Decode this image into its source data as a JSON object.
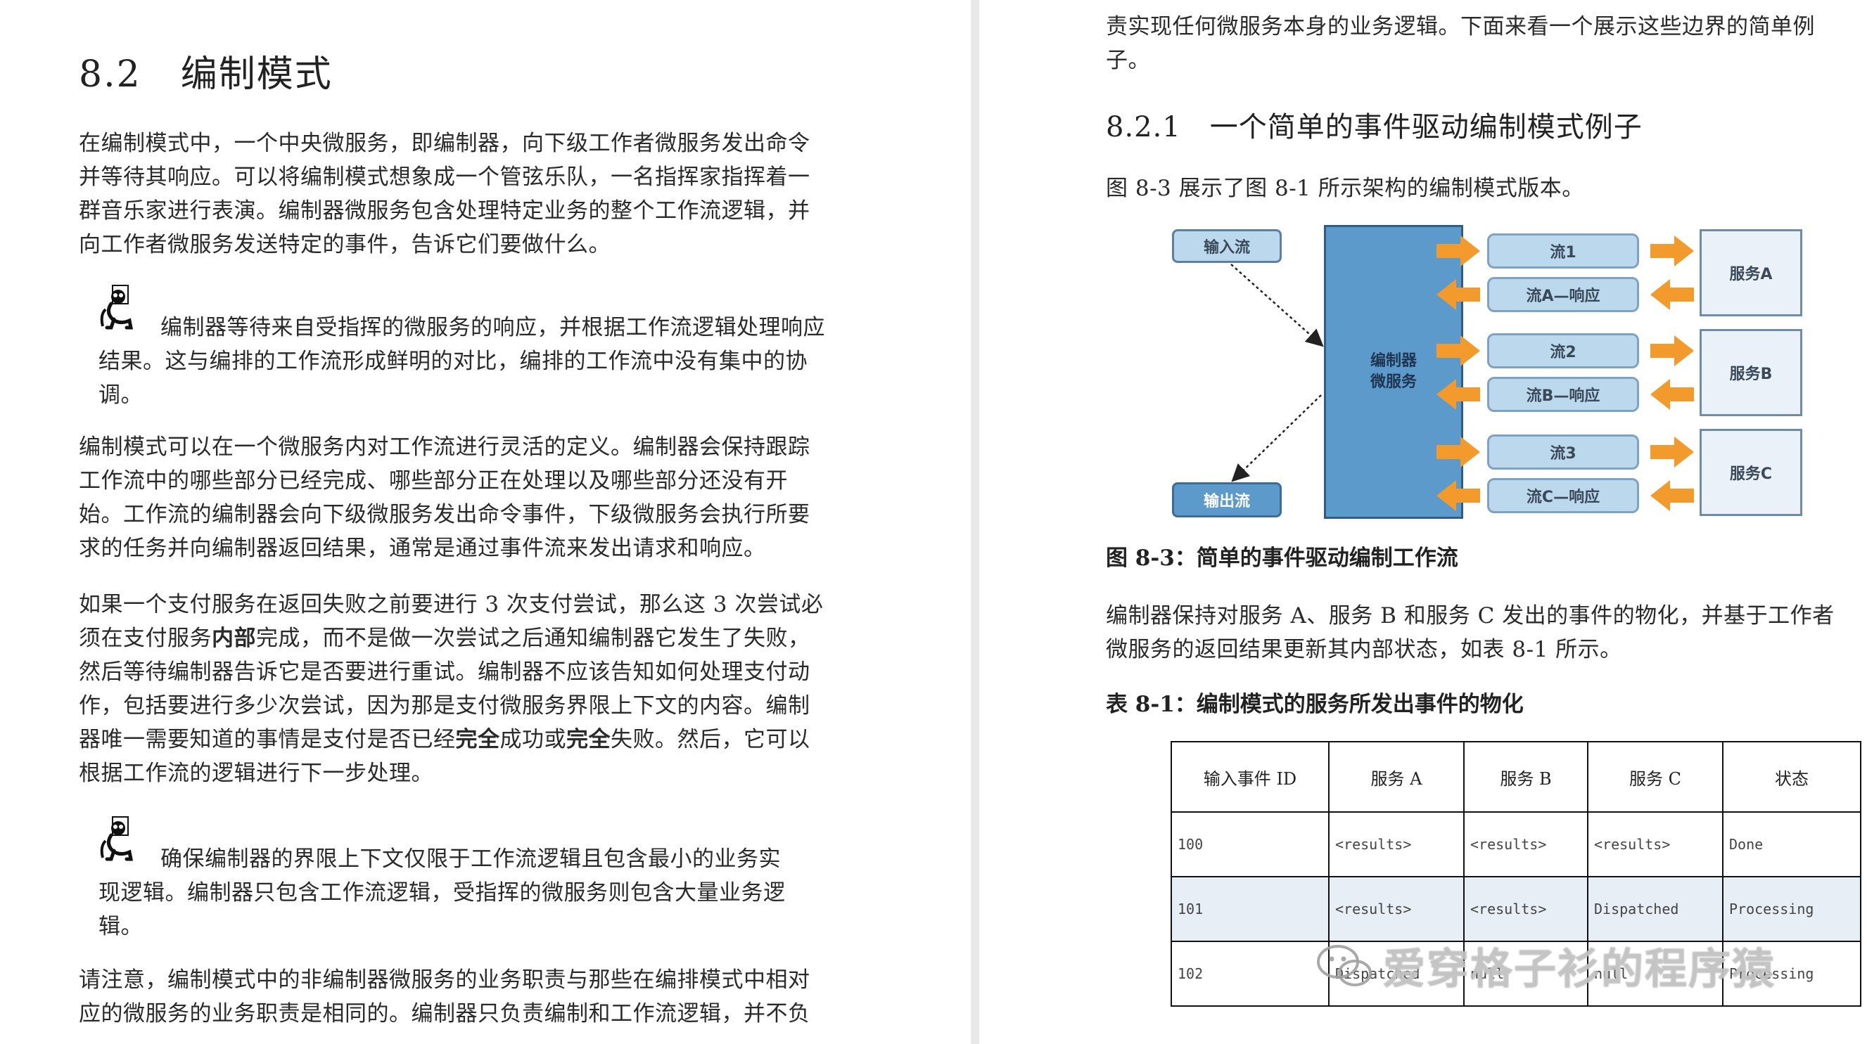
{
  "left": {
    "heading_num": "8.2",
    "heading_title": "编制模式",
    "p1": "在编制模式中，一个中央微服务，即编制器，向下级工作者微服务发出命令并等待其响应。可以将编制模式想象成一个管弦乐队，一名指挥家指挥着一群音乐家进行表演。编制器微服务包含处理特定业务的整个工作流逻辑，并向工作者微服务发送特定的事件，告诉它们要做什么。",
    "note1": "编制器等待来自受指挥的微服务的响应，并根据工作流逻辑处理响应结果。这与编排的工作流形成鲜明的对比，编排的工作流中没有集中的协调。",
    "p2": "编制模式可以在一个微服务内对工作流进行灵活的定义。编制器会保持跟踪工作流中的哪些部分已经完成、哪些部分正在处理以及哪些部分还没有开始。工作流的编制器会向下级微服务发出命令事件，下级微服务会执行所要求的任务并向编制器返回结果，通常是通过事件流来发出请求和响应。",
    "p3a": "如果一个支付服务在返回失败之前要进行 3 次支付尝试，那么这 3 次尝试必须在支付服务",
    "p3b": "内部",
    "p3c": "完成，而不是做一次尝试之后通知编制器它发生了失败，然后等待编制器告诉它是否要进行重试。编制器不应该告知如何处理支付动作，包括要进行多少次尝试，因为那是支付微服务界限上下文的内容。编制器唯一需要知道的事情是支付是否已经",
    "p3d": "完全",
    "p3e": "成功或",
    "p3f": "完全",
    "p3g": "失败。然后，它可以根据工作流的逻辑进行下一步处理。",
    "note2": "确保编制器的界限上下文仅限于工作流逻辑且包含最小的业务实现逻辑。编制器只包含工作流逻辑，受指挥的微服务则包含大量业务逻辑。",
    "p4": "请注意，编制模式中的非编制器微服务的业务职责与那些在编排模式中相对应的微服务的业务职责是相同的。编制器只负责编制和工作流逻辑，并不负"
  },
  "right": {
    "p0": "责实现任何微服务本身的业务逻辑。下面来看一个展示这些边界的简单例子。",
    "subheading": "8.2.1　一个简单的事件驱动编制模式例子",
    "p1": "图 8-3 展示了图 8-1 所示架构的编制模式版本。",
    "figure_caption": "图 8-3：简单的事件驱动编制工作流",
    "p2": "编制器保持对服务 A、服务 B 和服务 C 发出的事件的物化，并基于工作者微服务的返回结果更新其内部状态，如表 8-1 所示。",
    "table_caption": "表 8-1：编制模式的服务所发出事件的物化"
  },
  "diagram": {
    "input_stream": "输入流",
    "output_stream": "输出流",
    "orchestrator_l1": "编制器",
    "orchestrator_l2": "微服务",
    "stream1": "流1",
    "resp_a": "流A—响应",
    "stream2": "流2",
    "resp_b": "流B—响应",
    "stream3": "流3",
    "resp_c": "流C—响应",
    "svc_a": "服务A",
    "svc_b": "服务B",
    "svc_c": "服务C",
    "arrow_color": "#f39a2c"
  },
  "table": {
    "headers": [
      "输入事件 ID",
      "服务 A",
      "服务 B",
      "服务 C",
      "状态"
    ],
    "rows": [
      [
        "100",
        "<results>",
        "<results>",
        "<results>",
        "Done"
      ],
      [
        "101",
        "<results>",
        "<results>",
        "Dispatched",
        "Processing"
      ],
      [
        "102",
        "Dispatched",
        "null",
        "null",
        "Processing"
      ]
    ]
  },
  "watermark": "爱穿格子衫的程序猿"
}
